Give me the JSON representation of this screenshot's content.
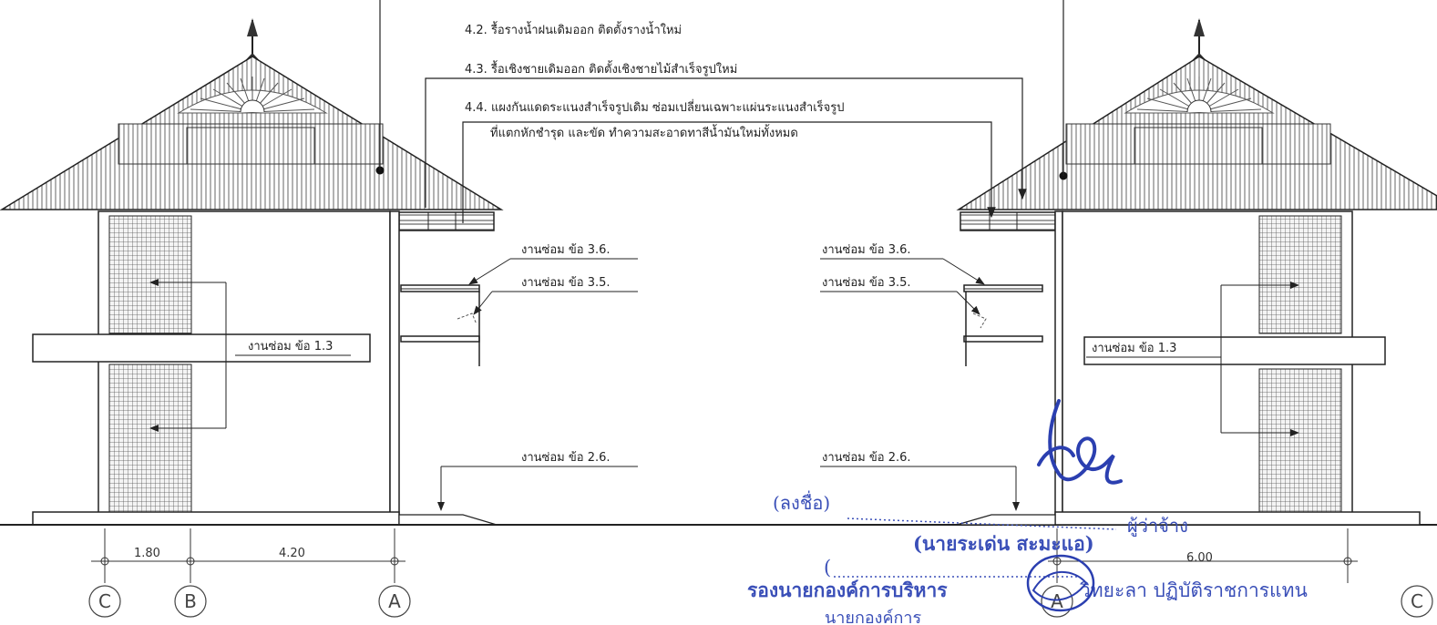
{
  "notes": [
    "4.2. รื้อรางน้ำฝนเดิมออก ติดตั้งรางน้ำใหม่",
    "4.3. รื้อเชิงชายเดิมออก ติดตั้งเชิงชายไม้สำเร็จรูปใหม่",
    "4.4. แผงกันแดดระแนงสำเร็จรูปเดิม ซ่อมเปลี่ยนเฉพาะแผ่นระแนงสำเร็จรูป",
    "ที่แตกหักชำรุด และขัด ทำความสะอาดทาสีน้ำมันใหม่ทั้งหมด"
  ],
  "callouts": {
    "left_3_6": "งานซ่อม ข้อ 3.6.",
    "left_3_5": "งานซ่อม ข้อ 3.5.",
    "left_1_3": "งานซ่อม ข้อ 1.3",
    "left_2_6": "งานซ่อม ข้อ 2.6.",
    "right_3_6": "งานซ่อม ข้อ 3.6.",
    "right_3_5": "งานซ่อม ข้อ 3.5.",
    "right_1_3": "งานซ่อม ข้อ 1.3",
    "right_2_6": "งานซ่อม ข้อ 2.6."
  },
  "dimensions": {
    "left_cb": "1.80",
    "left_ba": "4.20",
    "right": "6.00"
  },
  "grid_labels": {
    "c_left": "C",
    "b_left": "B",
    "a_left": "A",
    "a_right": "A",
    "c_right": "C"
  },
  "signature_block": {
    "sign_prefix": "(ลงชื่อ)",
    "role_contractor": "ผู้ว่าจ้าง",
    "name": "(นายระเด่น  สะมะแอ)",
    "open_paren": "(",
    "acting_title_1": "รองนายกองค์การบริหาร",
    "acting_title_2": "วิทยะลา ปฏิบัติราชการแทน",
    "bottom_line": "นายกองค์การ"
  }
}
